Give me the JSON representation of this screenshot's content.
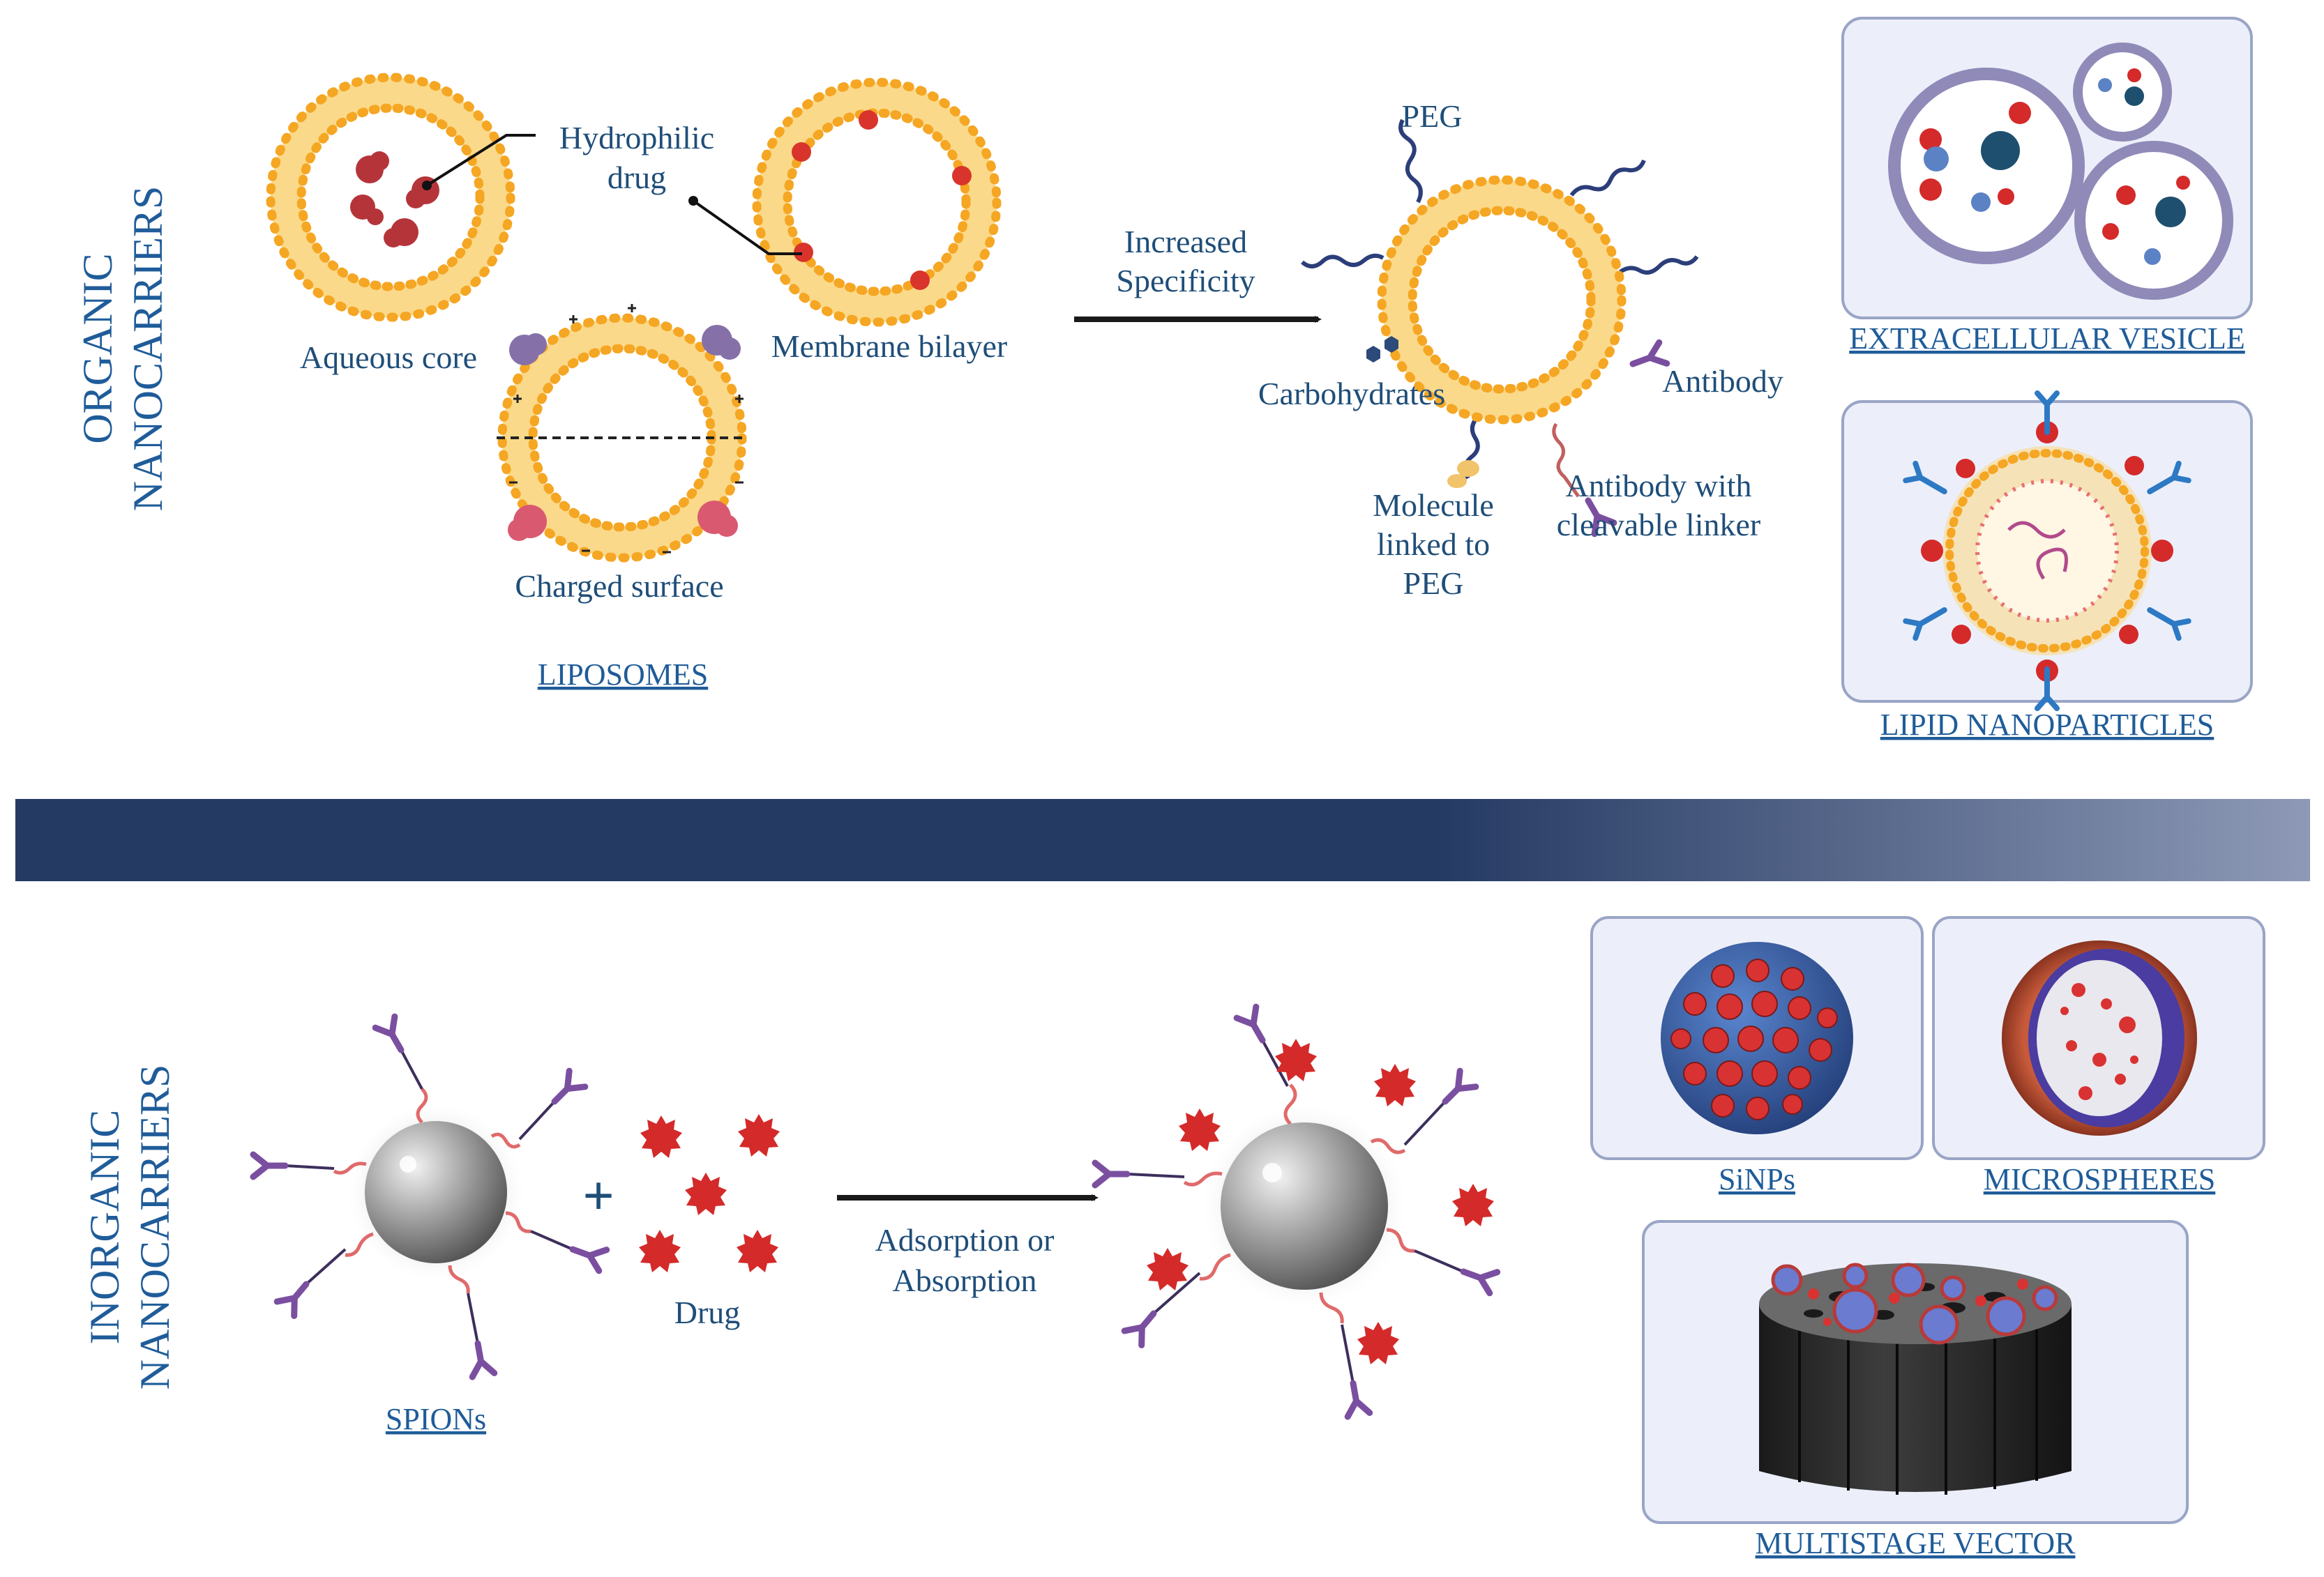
{
  "sections": {
    "organic": [
      "ORGANIC",
      "NANOCARRIERS"
    ],
    "inorganic": [
      "INORGANIC",
      "NANOCARRIERS"
    ]
  },
  "liposome_labels": {
    "hydrophilic_drug": [
      "Hydrophilic",
      "drug"
    ],
    "aqueous_core": "Aqueous core",
    "membrane_bilayer": "Membrane bilayer",
    "charged_surface": "Charged surface",
    "caption": "LIPOSOMES"
  },
  "arrow_top": [
    "Increased",
    "Specificity"
  ],
  "targeted_labels": {
    "peg": "PEG",
    "carbohydrates": "Carbohydrates",
    "antibody": "Antibody",
    "molecule_peg": [
      "Molecule",
      "linked to",
      "PEG"
    ],
    "antibody_linker": [
      "Antibody with",
      "cleavable linker"
    ]
  },
  "panels": {
    "extracellular_vesicle": "EXTRACELLULAR VESICLE",
    "lipid_nanoparticles": "LIPID NANOPARTICLES",
    "sinps": "SiNPs",
    "microspheres": "MICROSPHERES",
    "multistage_vector": "MULTISTAGE VECTOR"
  },
  "bottom": {
    "plus": "+",
    "drug": "Drug",
    "arrow": [
      "Adsorption or",
      "Absorption"
    ],
    "spions": "SPIONs"
  },
  "colors": {
    "title_blue": "#1f5c99",
    "lipid_orange": "#f5a623",
    "band_dark": "#253a63",
    "drug_red": "#d42a2a",
    "antibody_purple": "#7b4fa0",
    "panel_bg": "#eceffa"
  }
}
